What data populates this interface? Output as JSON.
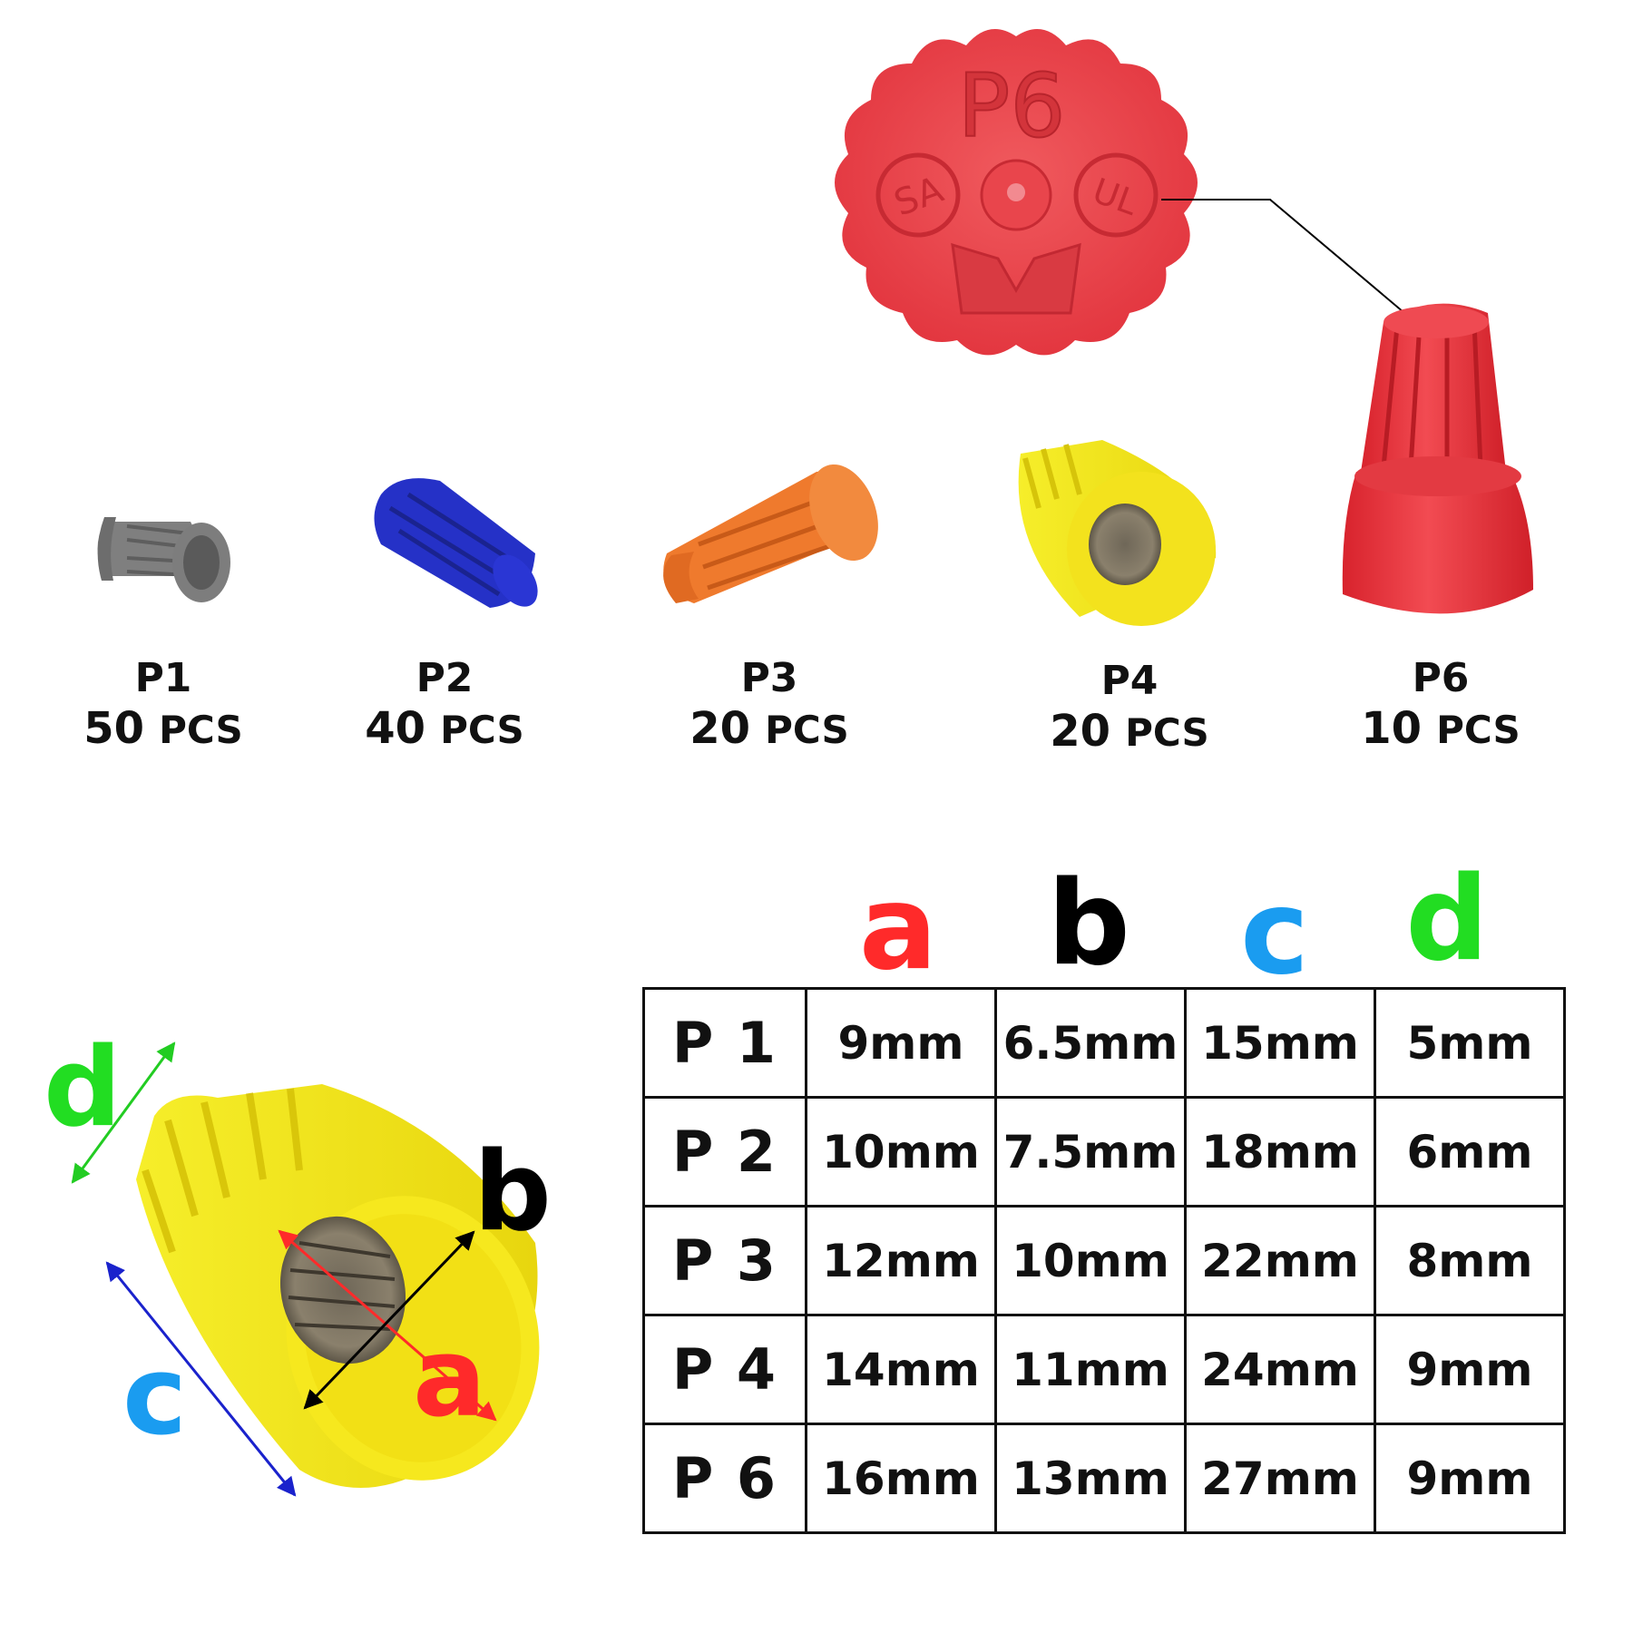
{
  "products": [
    {
      "name": "P1",
      "qty_num": "50",
      "qty_unit": "PCS",
      "color": "#7a7a7a"
    },
    {
      "name": "P2",
      "qty_num": "40",
      "qty_unit": "PCS",
      "color": "#2233cc"
    },
    {
      "name": "P3",
      "qty_num": "20",
      "qty_unit": "PCS",
      "color": "#f07a2a"
    },
    {
      "name": "P4",
      "qty_num": "20",
      "qty_unit": "PCS",
      "color": "#f2e61a"
    },
    {
      "name": "P6",
      "qty_num": "10",
      "qty_unit": "PCS",
      "color": "#e8343c"
    }
  ],
  "cap_closeup": {
    "text": "P6",
    "left_mark": "SA",
    "right_mark": "UL"
  },
  "dimension_letters": {
    "a": {
      "text": "a",
      "color": "#ff2a2a"
    },
    "b": {
      "text": "b",
      "color": "#000000"
    },
    "c": {
      "text": "c",
      "color": "#1a9cf0"
    },
    "d": {
      "text": "d",
      "color": "#22dd22"
    }
  },
  "spec_table": {
    "rows": [
      {
        "name": "P 1",
        "values": [
          "9mm",
          "6.5mm",
          "15mm",
          "5mm"
        ]
      },
      {
        "name": "P 2",
        "values": [
          "10mm",
          "7.5mm",
          "18mm",
          "6mm"
        ]
      },
      {
        "name": "P 3",
        "values": [
          "12mm",
          "10mm",
          "22mm",
          "8mm"
        ]
      },
      {
        "name": "P 4",
        "values": [
          "14mm",
          "11mm",
          "24mm",
          "9mm"
        ]
      },
      {
        "name": "P 6",
        "values": [
          "16mm",
          "13mm",
          "27mm",
          "9mm"
        ]
      }
    ]
  }
}
